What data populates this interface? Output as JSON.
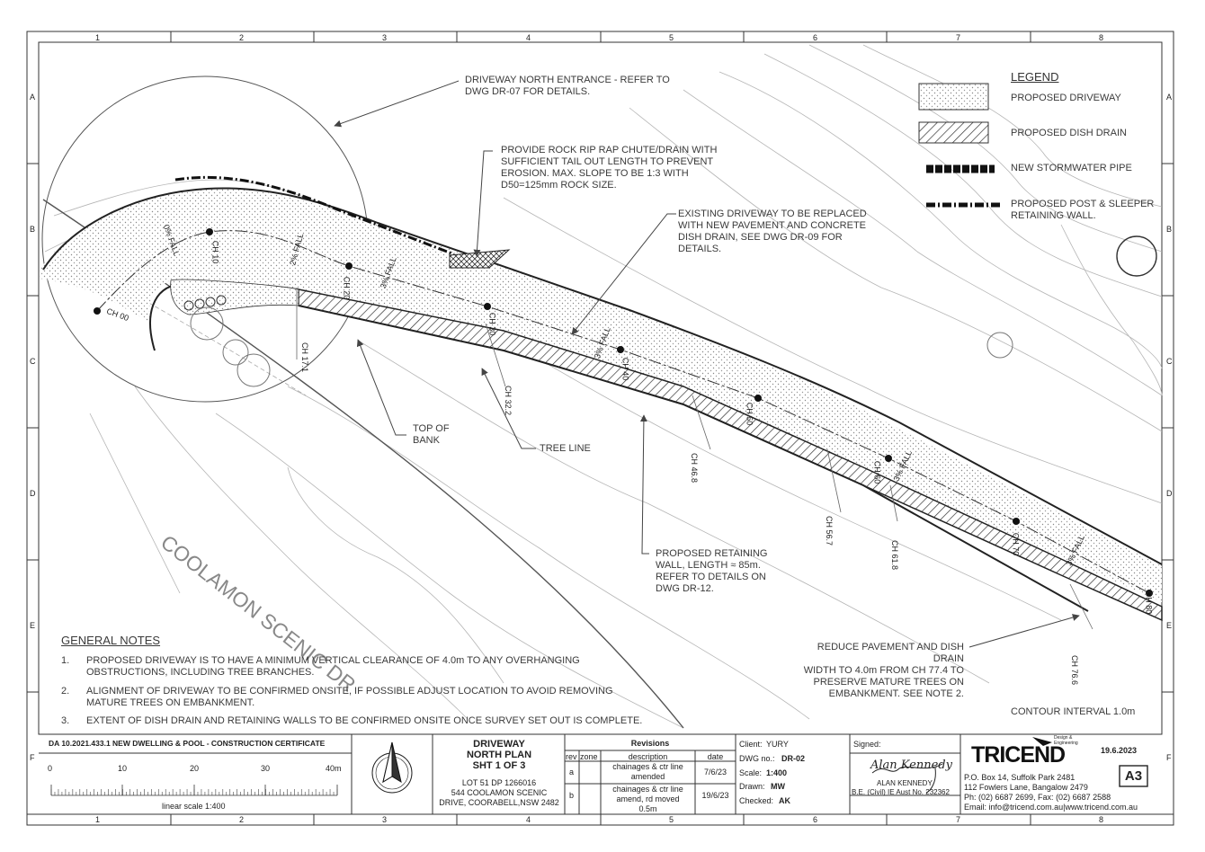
{
  "grid": {
    "columns": [
      "1",
      "2",
      "3",
      "4",
      "5",
      "6",
      "7",
      "8"
    ],
    "rows": [
      "A",
      "B",
      "C",
      "D",
      "E",
      "F"
    ]
  },
  "legend": {
    "title": "LEGEND",
    "items": [
      "PROPOSED DRIVEWAY",
      "PROPOSED DISH DRAIN",
      "NEW STORMWATER PIPE",
      "PROPOSED POST & SLEEPER\nRETAINING WALL."
    ]
  },
  "callouts": {
    "north_entrance": "DRIVEWAY NORTH ENTRANCE - REFER TO\nDWG DR-07 FOR DETAILS.",
    "rock_chute": "PROVIDE ROCK RIP RAP CHUTE/DRAIN WITH\nSUFFICIENT TAIL OUT LENGTH TO PREVENT\nEROSION. MAX. SLOPE TO BE 1:3 WITH\nD50=125mm ROCK SIZE.",
    "existing_driveway": "EXISTING DRIVEWAY TO BE REPLACED\nWITH NEW PAVEMENT AND CONCRETE\nDISH DRAIN, SEE DWG DR-09 FOR\nDETAILS.",
    "top_of_bank": "TOP OF\nBANK",
    "tree_line": "TREE LINE",
    "retaining_wall": "PROPOSED RETAINING\nWALL, LENGTH ≈ 85m.\nREFER TO DETAILS ON\nDWG DR-12.",
    "reduce_pavement": "REDUCE PAVEMENT AND DISH DRAIN\nWIDTH TO 4.0m FROM CH 77.4 TO\nPRESERVE MATURE TREES ON\nEMBANKMENT. SEE NOTE 2.",
    "contour_interval": "CONTOUR INTERVAL 1.0m",
    "road_name": "COOLAMON SCENIC DR"
  },
  "chainages": [
    "CH 00",
    "CH 10",
    "CH 20",
    "CH 30",
    "CH 40",
    "CH 50",
    "CH 60",
    "CH 70",
    "CH 80",
    "CH 17.1",
    "CH 32.2",
    "CH 46.8",
    "CH 56.7",
    "CH 61.8",
    "CH 76.6"
  ],
  "falls": [
    "0% FALL",
    "2% FALL",
    "3% FALL",
    "3% FALL",
    "3% FALL",
    "3% FALL"
  ],
  "general_notes": {
    "title": "GENERAL NOTES",
    "items": [
      {
        "num": "1.",
        "text": "PROPOSED DRIVEWAY IS TO HAVE A MINIMUM VERTICAL CLEARANCE OF 4.0m TO ANY OVERHANGING\nOBSTRUCTIONS, INCLUDING TREE BRANCHES."
      },
      {
        "num": "2.",
        "text": "ALIGNMENT OF DRIVEWAY TO BE CONFIRMED ONSITE, IF POSSIBLE ADJUST LOCATION TO AVOID REMOVING\nMATURE TREES ON EMBANKMENT."
      },
      {
        "num": "3.",
        "text": "EXTENT OF DISH DRAIN AND RETAINING WALLS TO BE CONFIRMED ONSITE ONCE SURVEY SET OUT IS COMPLETE."
      }
    ]
  },
  "title_block": {
    "project": "DA 10.2021.433.1 NEW DWELLING & POOL - CONSTRUCTION CERTIFICATE",
    "scale_ticks": [
      "0",
      "10",
      "20",
      "30",
      "40m"
    ],
    "scale_caption": "linear scale 1:400",
    "drawing_title": "DRIVEWAY\nNORTH PLAN\nSHT 1 OF 3",
    "address": "LOT 51 DP 1266016\n544 COOLAMON SCENIC\nDRIVE, COORABELL,NSW 2482",
    "revisions": {
      "title": "Revisions",
      "headers": [
        "rev",
        "zone",
        "description",
        "date"
      ],
      "rows": [
        {
          "rev": "a",
          "zone": "",
          "description": "chainages & ctr line\namended",
          "date": "7/6/23"
        },
        {
          "rev": "b",
          "zone": "",
          "description": "chainages & ctr line\namend, rd moved\n0.5m",
          "date": "19/6/23"
        }
      ]
    },
    "client_label": "Client:",
    "client": "YURY",
    "dwg_label": "DWG no.:",
    "dwg": "DR-02",
    "scale_label": "Scale:",
    "scale": "1:400",
    "drawn_label": "Drawn:",
    "drawn": "MW",
    "checked_label": "Checked:",
    "checked": "AK",
    "signed_label": "Signed:",
    "signature": "Alan Kennedy",
    "signer_name": "ALAN KENNEDY",
    "signer_quals": "B.E. (Civil) IE Aust No. 232362",
    "company_logo": "TRICEND",
    "company_tagline": "Design &\nEngineering",
    "company_date": "19.6.2023",
    "sheet_size": "A3",
    "company_address": "P.O. Box 14, Suffolk Park 2481\n112 Fowlers Lane, Bangalow 2479\nPh: (02) 6687 2699, Fax: (02) 6687 2588\nEmail: info@tricend.com.au|www.tricend.com.au"
  }
}
